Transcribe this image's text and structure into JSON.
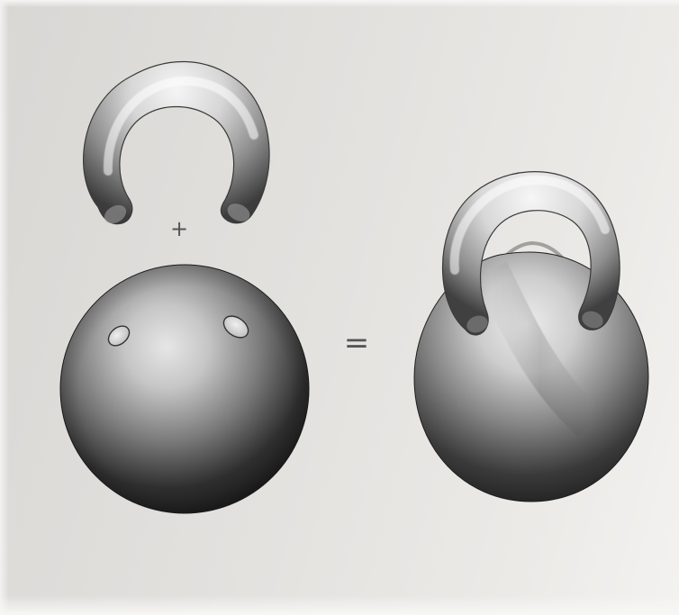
{
  "diagram": {
    "plus_symbol": "+",
    "equals_symbol": "=",
    "parts": {
      "ring": "c-shaped-ring",
      "ball": "sphere-with-two-holes",
      "result": "sphere-with-attached-ring"
    },
    "colors": {
      "background": "#e2e0dd",
      "ink": "#555555",
      "ring_light": "#f4f4f4",
      "ring_dark": "#3e3e3e",
      "ball_dark": "#141414"
    }
  }
}
